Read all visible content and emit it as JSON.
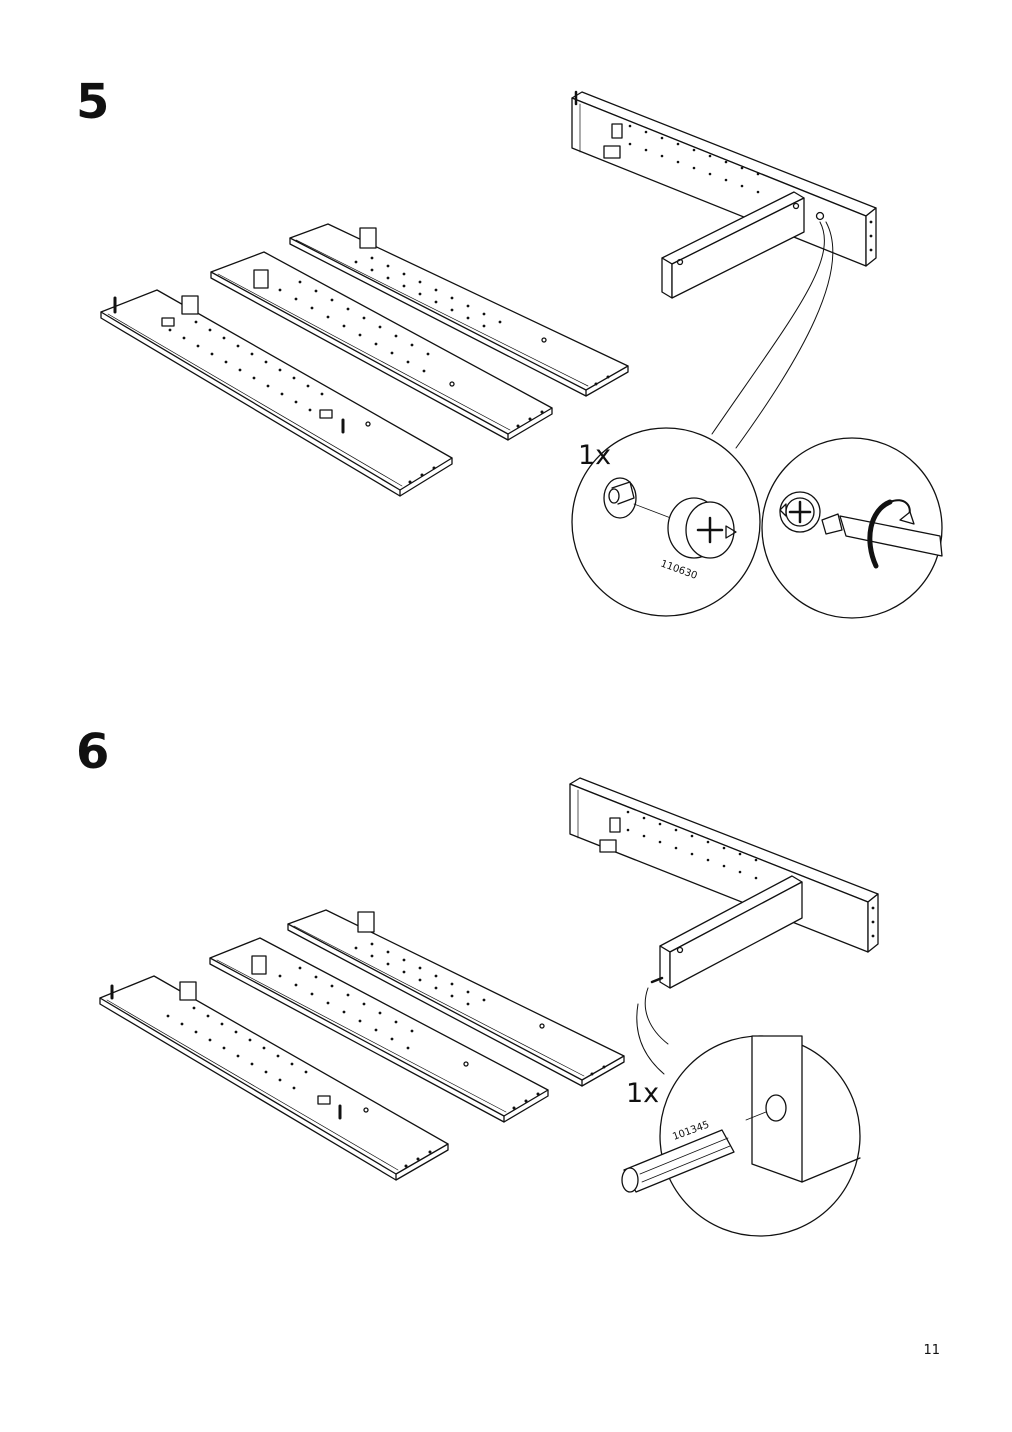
{
  "page": {
    "number": "11"
  },
  "steps": [
    {
      "number": "5",
      "quantity": "1x",
      "part_number": "110630",
      "icons": [
        "cam-lock-icon",
        "screwdriver-icon",
        "rotate-clockwise-icon"
      ]
    },
    {
      "number": "6",
      "quantity": "1x",
      "part_number": "101345",
      "icons": [
        "wooden-dowel-icon"
      ]
    }
  ],
  "colors": {
    "line": "#111111",
    "background": "#ffffff"
  }
}
